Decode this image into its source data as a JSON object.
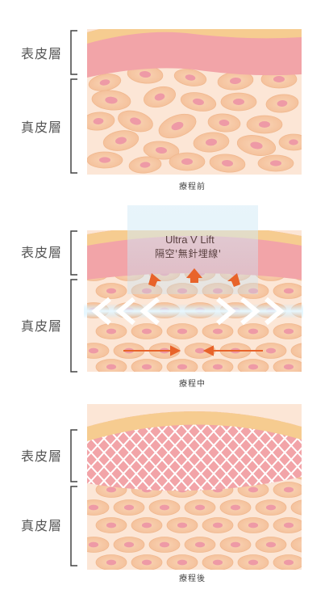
{
  "labels": {
    "epidermis": "表皮層",
    "dermis": "真皮層"
  },
  "panels": [
    {
      "id": "before",
      "caption": "療程前"
    },
    {
      "id": "during",
      "caption": "療程中",
      "device_title": "Ultra V Lift",
      "device_subtitle": "隔空'無針埋線'"
    },
    {
      "id": "after",
      "caption": "療程後"
    }
  ],
  "colors": {
    "epidermis_top": "#f6cc90",
    "epidermis": "#f2a4a8",
    "dermis_bg": "#fce6d6",
    "cell": "#f7caa4",
    "nucleus": "#ee9aa6",
    "arrow": "#e8632a",
    "chevron": "#ffffff",
    "beam": "#bfe4f5",
    "mesh": "#ffffff"
  }
}
